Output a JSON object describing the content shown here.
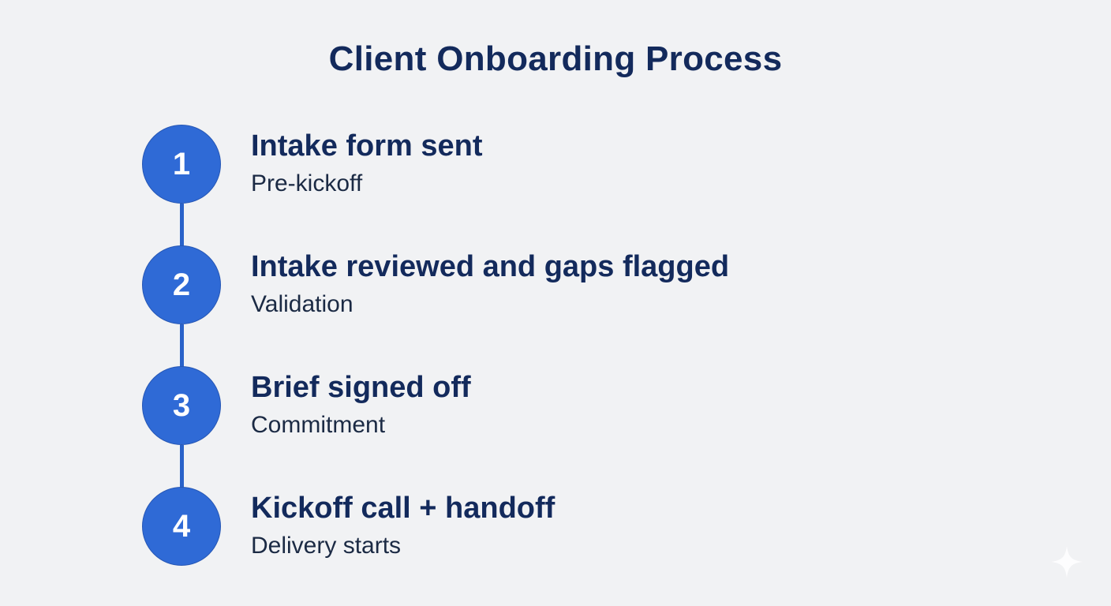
{
  "title": "Client Onboarding Process",
  "colors": {
    "circle": "#2f6ad6",
    "connector": "#2a62c9",
    "title_text": "#132a5c",
    "background": "#f1f2f4"
  },
  "steps": [
    {
      "number": "1",
      "title": "Intake form sent",
      "subtitle": "Pre-kickoff"
    },
    {
      "number": "2",
      "title": "Intake reviewed and gaps flagged",
      "subtitle": "Validation"
    },
    {
      "number": "3",
      "title": "Brief signed off",
      "subtitle": "Commitment"
    },
    {
      "number": "4",
      "title": "Kickoff call + handoff",
      "subtitle": "Delivery starts"
    }
  ],
  "watermark_icon": "sparkle-icon"
}
